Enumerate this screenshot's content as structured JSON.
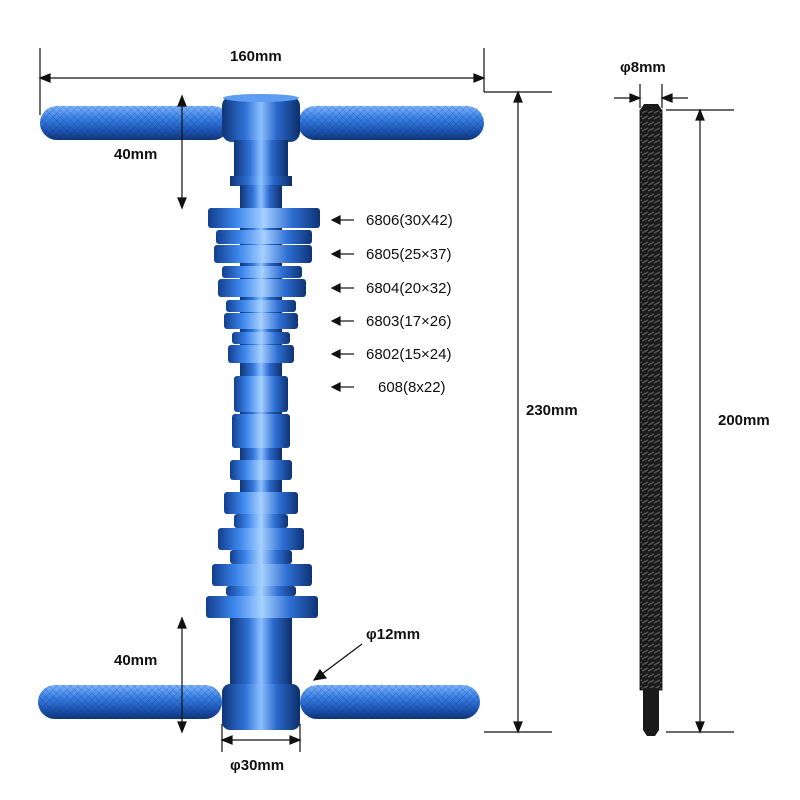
{
  "dimensions": {
    "width": "160mm",
    "height_tool": "230mm",
    "handle_top": "40mm",
    "handle_bottom": "40mm",
    "rod_diameter": "φ12mm",
    "base_diameter": "φ30mm",
    "screw_diameter": "φ8mm",
    "screw_length": "200mm"
  },
  "bearing_sizes": [
    "6806(30X42)",
    "6805(25×37)",
    "6804(20×32)",
    "6803(17×26)",
    "6802(15×24)",
    "608(8x22)"
  ],
  "colors": {
    "tool_blue": "#2a6fd6",
    "tool_blue_dark": "#133f8c",
    "screw_black": "#1a1a1a"
  }
}
